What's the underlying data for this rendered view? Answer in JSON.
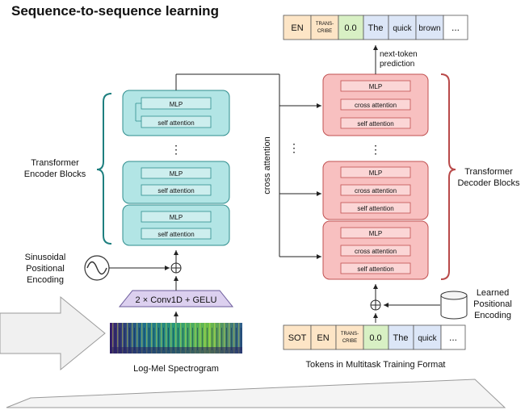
{
  "title": "Sequence-to-sequence learning",
  "encoder": {
    "label_line1": "Transformer",
    "label_line2": "Encoder Blocks",
    "mlp": "MLP",
    "self_attention": "self attention",
    "dots": "⋮"
  },
  "decoder": {
    "label_line1": "Transformer",
    "label_line2": "Decoder Blocks",
    "mlp": "MLP",
    "cross_attention": "cross attention",
    "self_attention": "self attention",
    "dots": "⋮"
  },
  "cross_attention_label": "cross attention",
  "middle_dots": "⋮",
  "conv_label": "2 × Conv1D + GELU",
  "sinusoidal_line1": "Sinusoidal",
  "sinusoidal_line2": "Positional",
  "sinusoidal_line3": "Encoding",
  "learned_line1": "Learned",
  "learned_line2": "Positional",
  "learned_line3": "Encoding",
  "spectrogram_label": "Log-Mel Spectrogram",
  "tokens_label": "Tokens in Multitask Training Format",
  "next_token_line1": "next-token",
  "next_token_line2": "prediction",
  "output_tokens": {
    "en": "EN",
    "transcribe_line1": "TRANS-",
    "transcribe_line2": "CRIBE",
    "zero": "0.0",
    "the": "The",
    "quick": "quick",
    "brown": "brown",
    "ellipsis": "..."
  },
  "input_tokens": {
    "sot": "SOT",
    "en": "EN",
    "transcribe_line1": "TRANS-",
    "transcribe_line2": "CRIBE",
    "zero": "0.0",
    "the": "The",
    "quick": "quick",
    "ellipsis": "..."
  },
  "colors": {
    "encoder_fill": "#b2e5e5",
    "encoder_stroke": "#2e8d8d",
    "decoder_fill": "#f8c0c0",
    "decoder_stroke": "#c05050",
    "conv_fill": "#dcd0ef",
    "token_yellow": "#fde5c6",
    "token_green": "#d8f0c4",
    "token_blue": "#dce6f7",
    "brace_teal": "#1e7f7f",
    "brace_red": "#b94a4a"
  }
}
